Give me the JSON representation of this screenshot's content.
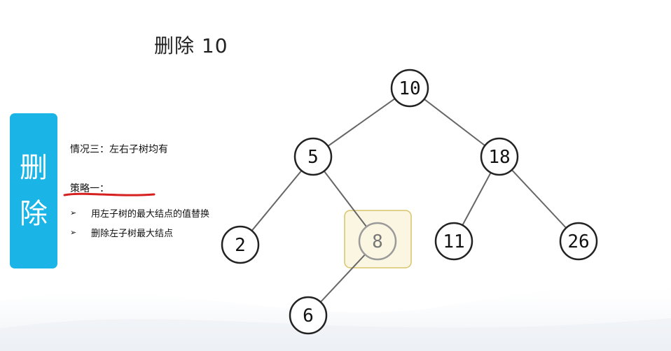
{
  "slide": {
    "title": "删除 10",
    "side_tab": [
      "删",
      "除"
    ],
    "case_text": "情况三：左右子树均有",
    "strategy_label": "策略一：",
    "bullets": [
      "用左子树的最大结点的值替换",
      "删除左子树最大结点"
    ],
    "bullet_marker": "➢"
  },
  "tree": {
    "nodes": [
      {
        "id": "n10",
        "label": "10"
      },
      {
        "id": "n5",
        "label": "5"
      },
      {
        "id": "n18",
        "label": "18"
      },
      {
        "id": "n2",
        "label": "2"
      },
      {
        "id": "n8",
        "label": "8",
        "highlighted": true
      },
      {
        "id": "n11",
        "label": "11"
      },
      {
        "id": "n26",
        "label": "26"
      },
      {
        "id": "n6",
        "label": "6"
      }
    ],
    "edges": [
      [
        "n10",
        "n5"
      ],
      [
        "n10",
        "n18"
      ],
      [
        "n5",
        "n2"
      ],
      [
        "n5",
        "n8"
      ],
      [
        "n18",
        "n11"
      ],
      [
        "n18",
        "n26"
      ],
      [
        "n8",
        "n6"
      ]
    ]
  },
  "colors": {
    "tab": "#1bb4e6",
    "underline": "#d62020",
    "highlight_fill": "#fbf6e2",
    "highlight_border": "#d8c46a"
  }
}
